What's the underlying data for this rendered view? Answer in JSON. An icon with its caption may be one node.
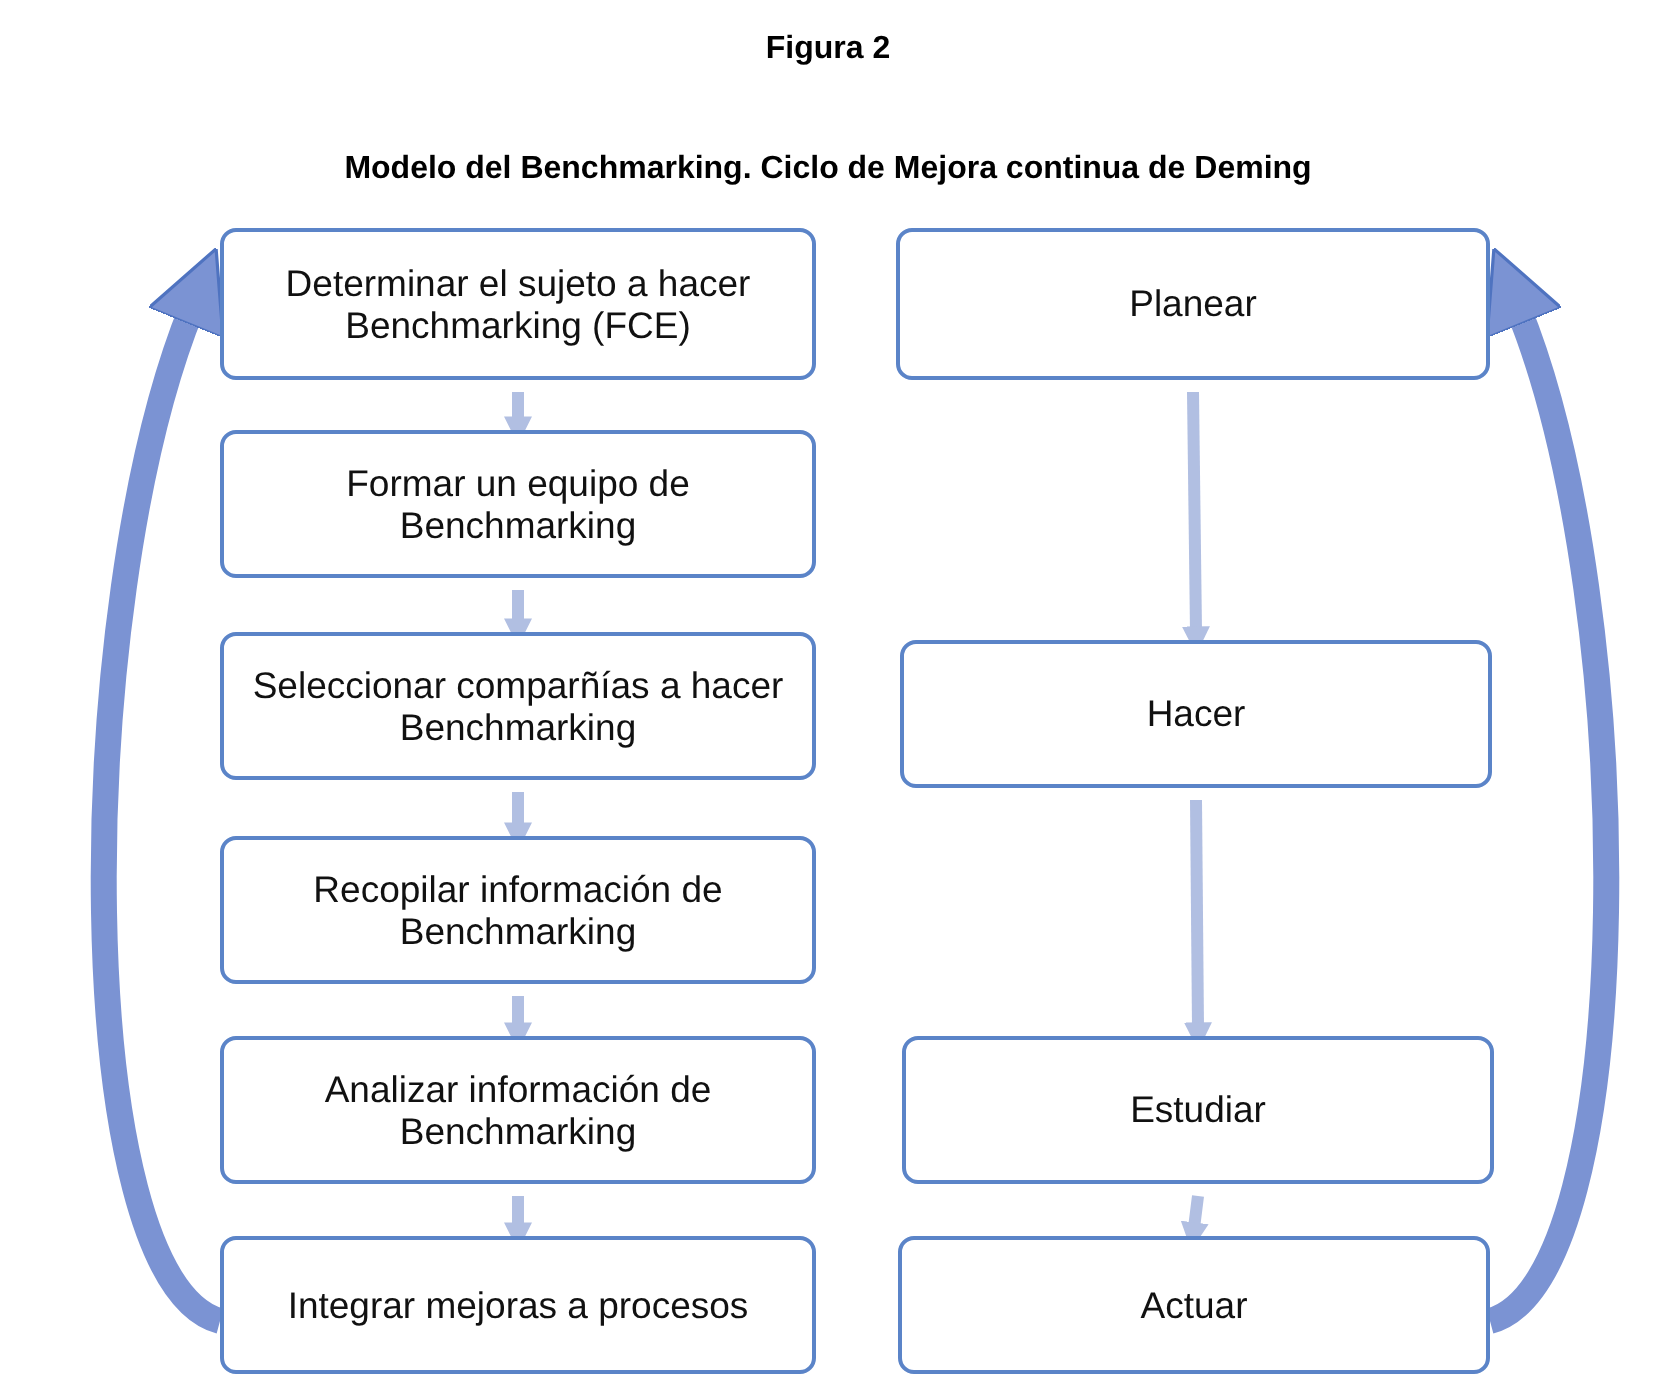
{
  "diagram": {
    "title": "Figura 2",
    "caption": "Modelo del Benchmarking. Ciclo de Mejora continua de Deming",
    "nodes": [
      {
        "text": [
          "Determinar el sujeto a hacer Benchmarking (FCE)"
        ]
      },
      {
        "text": [
          "Formar un equipo de Benchmarking"
        ]
      },
      {
        "text": [
          "Seleccionar comparñías a hacer Benchmarking"
        ]
      },
      {
        "text": [
          "Recopilar información de Benchmarking"
        ]
      },
      {
        "text": [
          "Analizar información de Benchmarking"
        ]
      },
      {
        "text": [
          "Integrar mejoras a procesos"
        ]
      },
      {
        "text": [
          "Planear"
        ]
      },
      {
        "text": [
          "Hacer"
        ]
      },
      {
        "text": [
          "Estudiar"
        ]
      },
      {
        "text": [
          "Actuar"
        ]
      }
    ],
    "edges": [
      {
        "from": 0,
        "to": 1,
        "arrow": "to"
      },
      {
        "from": 1,
        "to": 2,
        "arrow": "to"
      },
      {
        "from": 2,
        "to": 3,
        "arrow": "to"
      },
      {
        "from": 3,
        "to": 4,
        "arrow": "to"
      },
      {
        "from": 4,
        "to": 5,
        "arrow": "to"
      },
      {
        "from": 6,
        "to": 7,
        "arrow": "to"
      },
      {
        "from": 7,
        "to": 8,
        "arrow": "to"
      },
      {
        "from": 8,
        "to": 9,
        "arrow": "to"
      },
      {
        "from": 5,
        "to": 0,
        "arrow": "to",
        "style": "thick",
        "color": "#7b93d3"
      },
      {
        "from": 9,
        "to": 6,
        "arrow": "to",
        "style": "thick",
        "color": "#7b93d3"
      }
    ]
  }
}
